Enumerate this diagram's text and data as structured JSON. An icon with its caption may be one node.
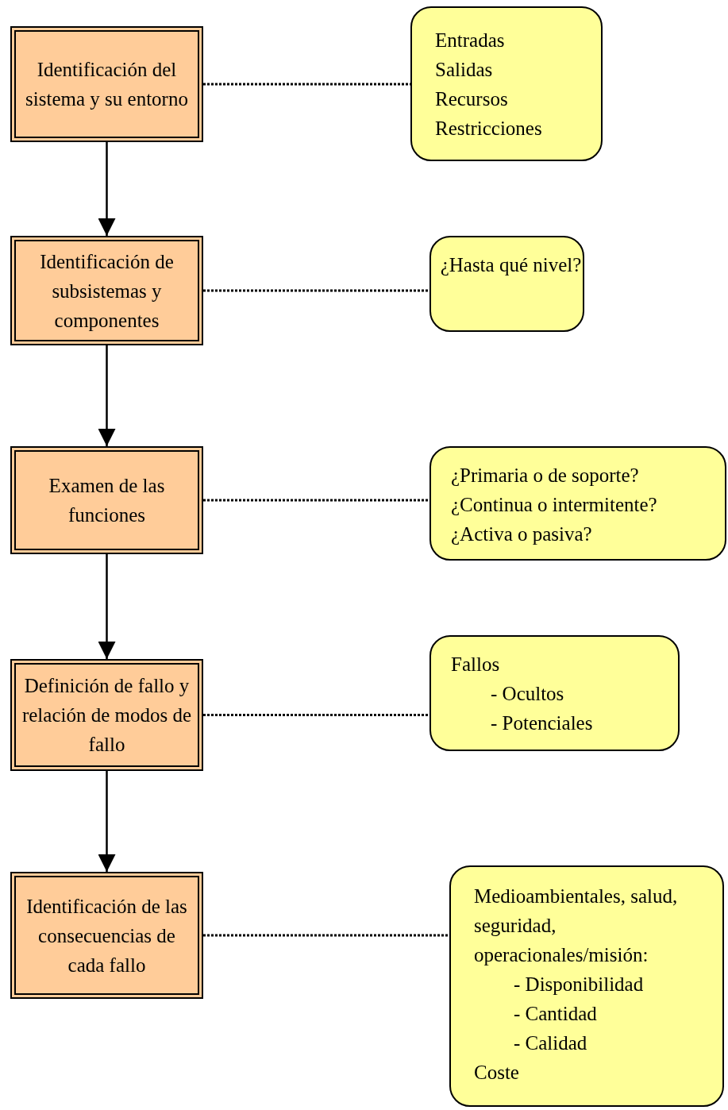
{
  "diagram": {
    "nodes": [
      {
        "text": [
          "Identificación del sistema y su entorno"
        ]
      },
      {
        "text": [
          "Entradas",
          "Salidas",
          "Recursos",
          "Restricciones"
        ]
      },
      {
        "text": [
          "Identificación de subsistemas y componentes"
        ]
      },
      {
        "text": [
          "¿Hasta qué nivel?"
        ]
      },
      {
        "text": [
          "Examen de las funciones"
        ]
      },
      {
        "text": [
          "¿Primaria o de soporte?",
          "¿Continua o intermitente?",
          "¿Activa o pasiva?"
        ]
      },
      {
        "text": [
          "Definición de fallo y relación de modos de fallo"
        ]
      },
      {
        "text": [
          "Fallos",
          "- Ocultos",
          "- Potenciales"
        ]
      },
      {
        "text": [
          "Identificación de las consecuencias de cada fallo"
        ]
      },
      {
        "text": [
          "Medioambientales, salud, seguridad, operacionales/misión:",
          "- Disponibilidad",
          "- Cantidad",
          "- Calidad",
          "Coste"
        ]
      }
    ],
    "edges": [
      {
        "from": 0,
        "to": 2,
        "arrow": "to"
      },
      {
        "from": 2,
        "to": 4,
        "arrow": "to"
      },
      {
        "from": 4,
        "to": 6,
        "arrow": "to"
      },
      {
        "from": 6,
        "to": 8,
        "arrow": "to"
      },
      {
        "from": 0,
        "to": 1,
        "arrow": "none",
        "style": "dashed"
      },
      {
        "from": 2,
        "to": 3,
        "arrow": "none",
        "style": "dashed"
      },
      {
        "from": 4,
        "to": 5,
        "arrow": "none",
        "style": "dashed"
      },
      {
        "from": 6,
        "to": 7,
        "arrow": "none",
        "style": "dashed"
      },
      {
        "from": 8,
        "to": 9,
        "arrow": "none",
        "style": "dashed"
      }
    ]
  }
}
